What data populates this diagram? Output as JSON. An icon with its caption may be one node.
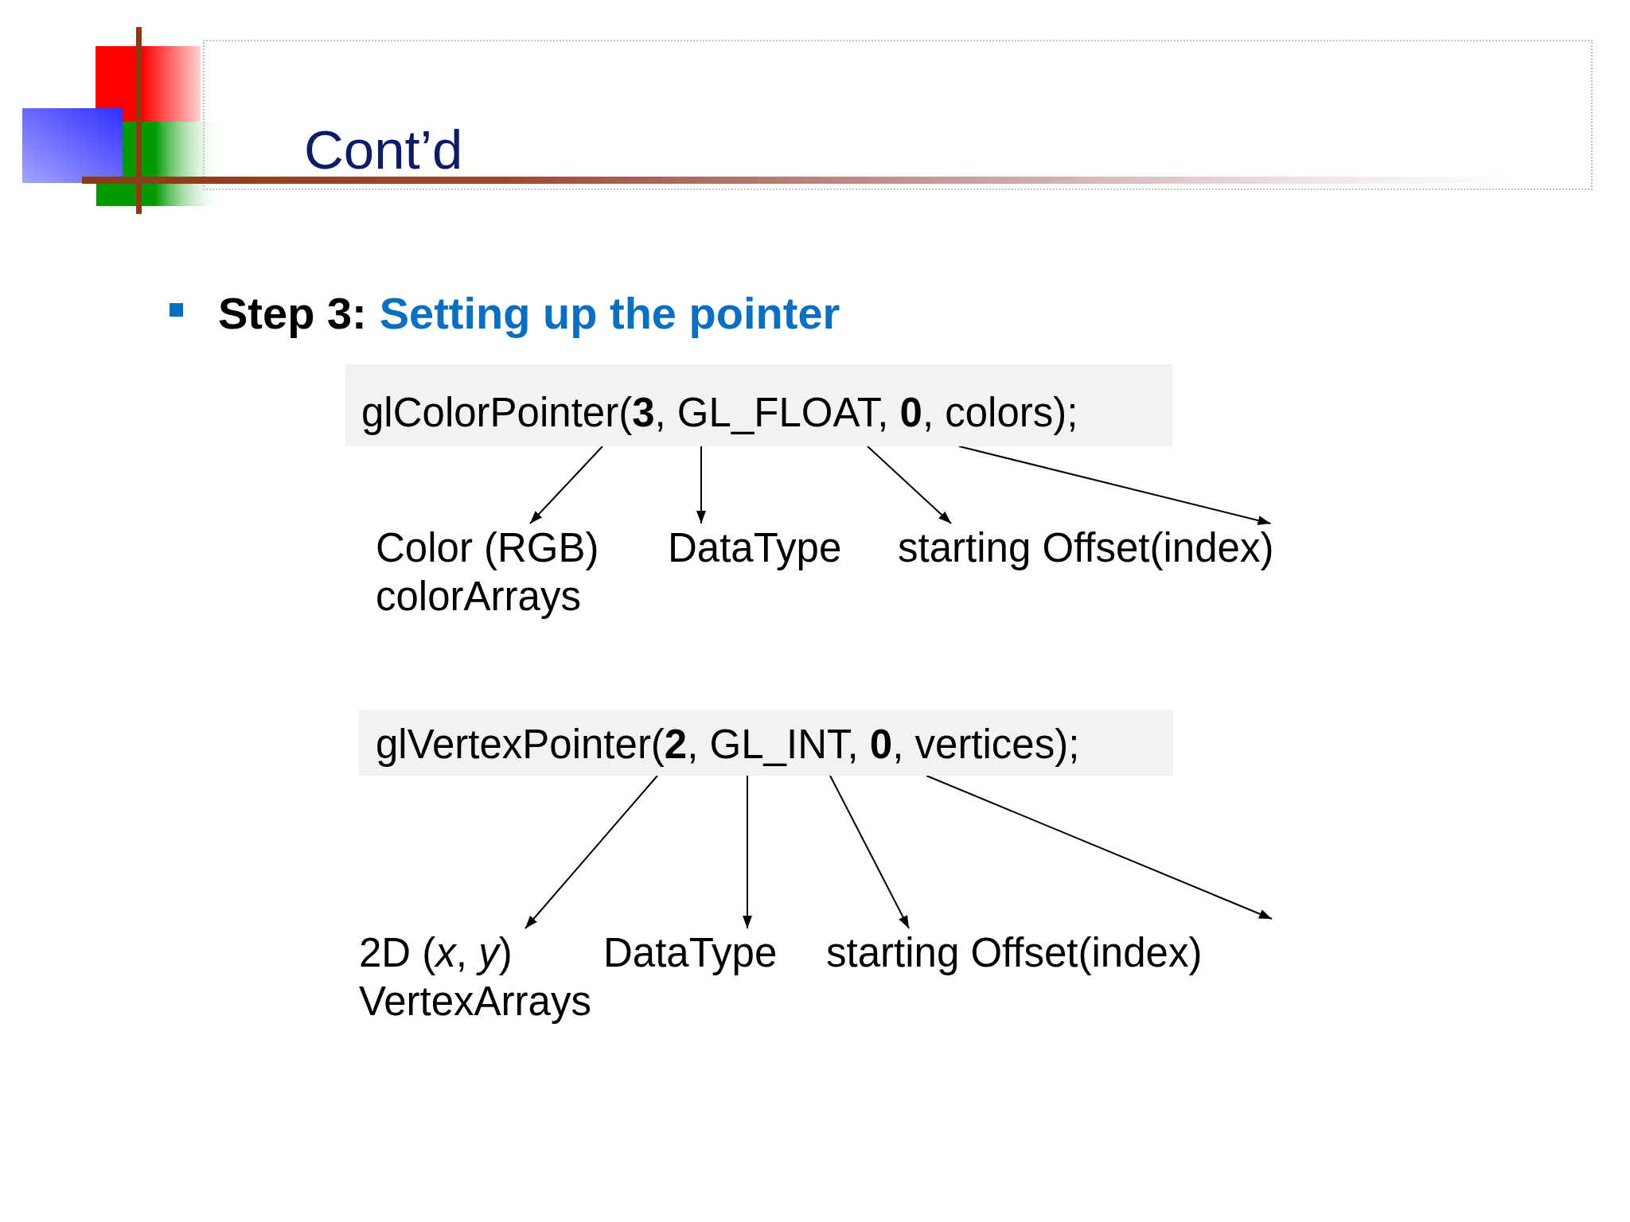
{
  "diagram": {
    "title": "Cont’d",
    "nodes": [
      {
        "text": [
          "glColorPointer(**3**, GL_FLOAT, **0**, colors);"
        ]
      },
      {
        "text": [
          "Color (RGB) colorArrays"
        ]
      },
      {
        "text": [
          "DataType"
        ]
      },
      {
        "text": [
          "starting Offset(index)"
        ]
      },
      {
        "text": [
          "glVertexPointer(**2**, GL_INT, **0**, vertices);"
        ]
      },
      {
        "text": [
          "2D (*x*, *y*) VertexArrays"
        ]
      },
      {
        "text": [
          "DataType"
        ]
      },
      {
        "text": [
          "starting Offset(index)"
        ]
      }
    ],
    "edges": [
      {
        "from": 0,
        "to": 1,
        "arrow": "to"
      },
      {
        "from": 0,
        "to": 2,
        "arrow": "to"
      },
      {
        "from": 0,
        "to": 3,
        "arrow": "to"
      },
      {
        "from": 0,
        "to": 3,
        "arrow": "to"
      },
      {
        "from": 4,
        "to": 5,
        "arrow": "to"
      },
      {
        "from": 4,
        "to": 6,
        "arrow": "to"
      },
      {
        "from": 4,
        "to": 7,
        "arrow": "to"
      },
      {
        "from": 4,
        "to": null,
        "arrow": "to"
      }
    ],
    "labels": [
      "Step 3:",
      "Setting up the pointer"
    ]
  }
}
